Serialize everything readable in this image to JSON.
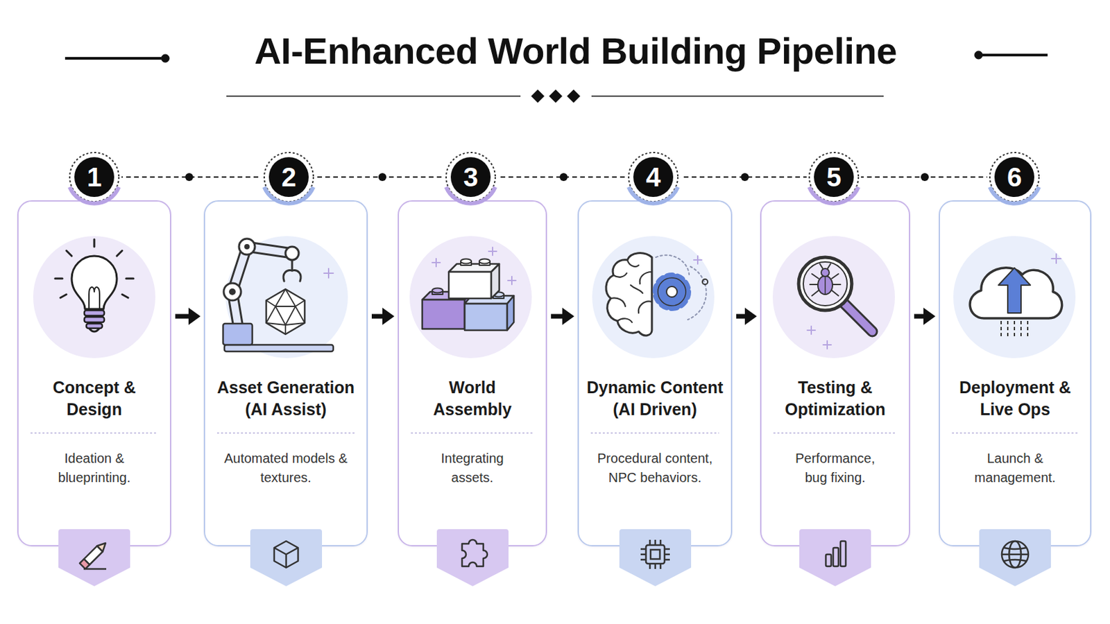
{
  "diagram": {
    "title": "AI-Enhanced World Building Pipeline",
    "nodes": [
      {
        "text": [
          "Concept & Design",
          "Ideation & blueprinting."
        ]
      },
      {
        "text": [
          "Asset Generation (AI Assist)",
          "Automated models & textures."
        ]
      },
      {
        "text": [
          "World Assembly",
          "Integrating assets."
        ]
      },
      {
        "text": [
          "Dynamic Content (AI Driven)",
          "Procedural content, NPC behaviors."
        ]
      },
      {
        "text": [
          "Testing & Optimization",
          "Performance, bug fixing."
        ]
      },
      {
        "text": [
          "Deployment & Live Ops",
          "Launch & management."
        ]
      }
    ],
    "edges": [
      {
        "from": 0,
        "to": 1,
        "arrow": "to"
      },
      {
        "from": 1,
        "to": 2,
        "arrow": "to"
      },
      {
        "from": 2,
        "to": 3,
        "arrow": "to"
      },
      {
        "from": 3,
        "to": 4,
        "arrow": "to"
      },
      {
        "from": 4,
        "to": 5,
        "arrow": "to"
      }
    ],
    "labels": [
      "1",
      "2",
      "3",
      "4",
      "5",
      "6"
    ]
  }
}
